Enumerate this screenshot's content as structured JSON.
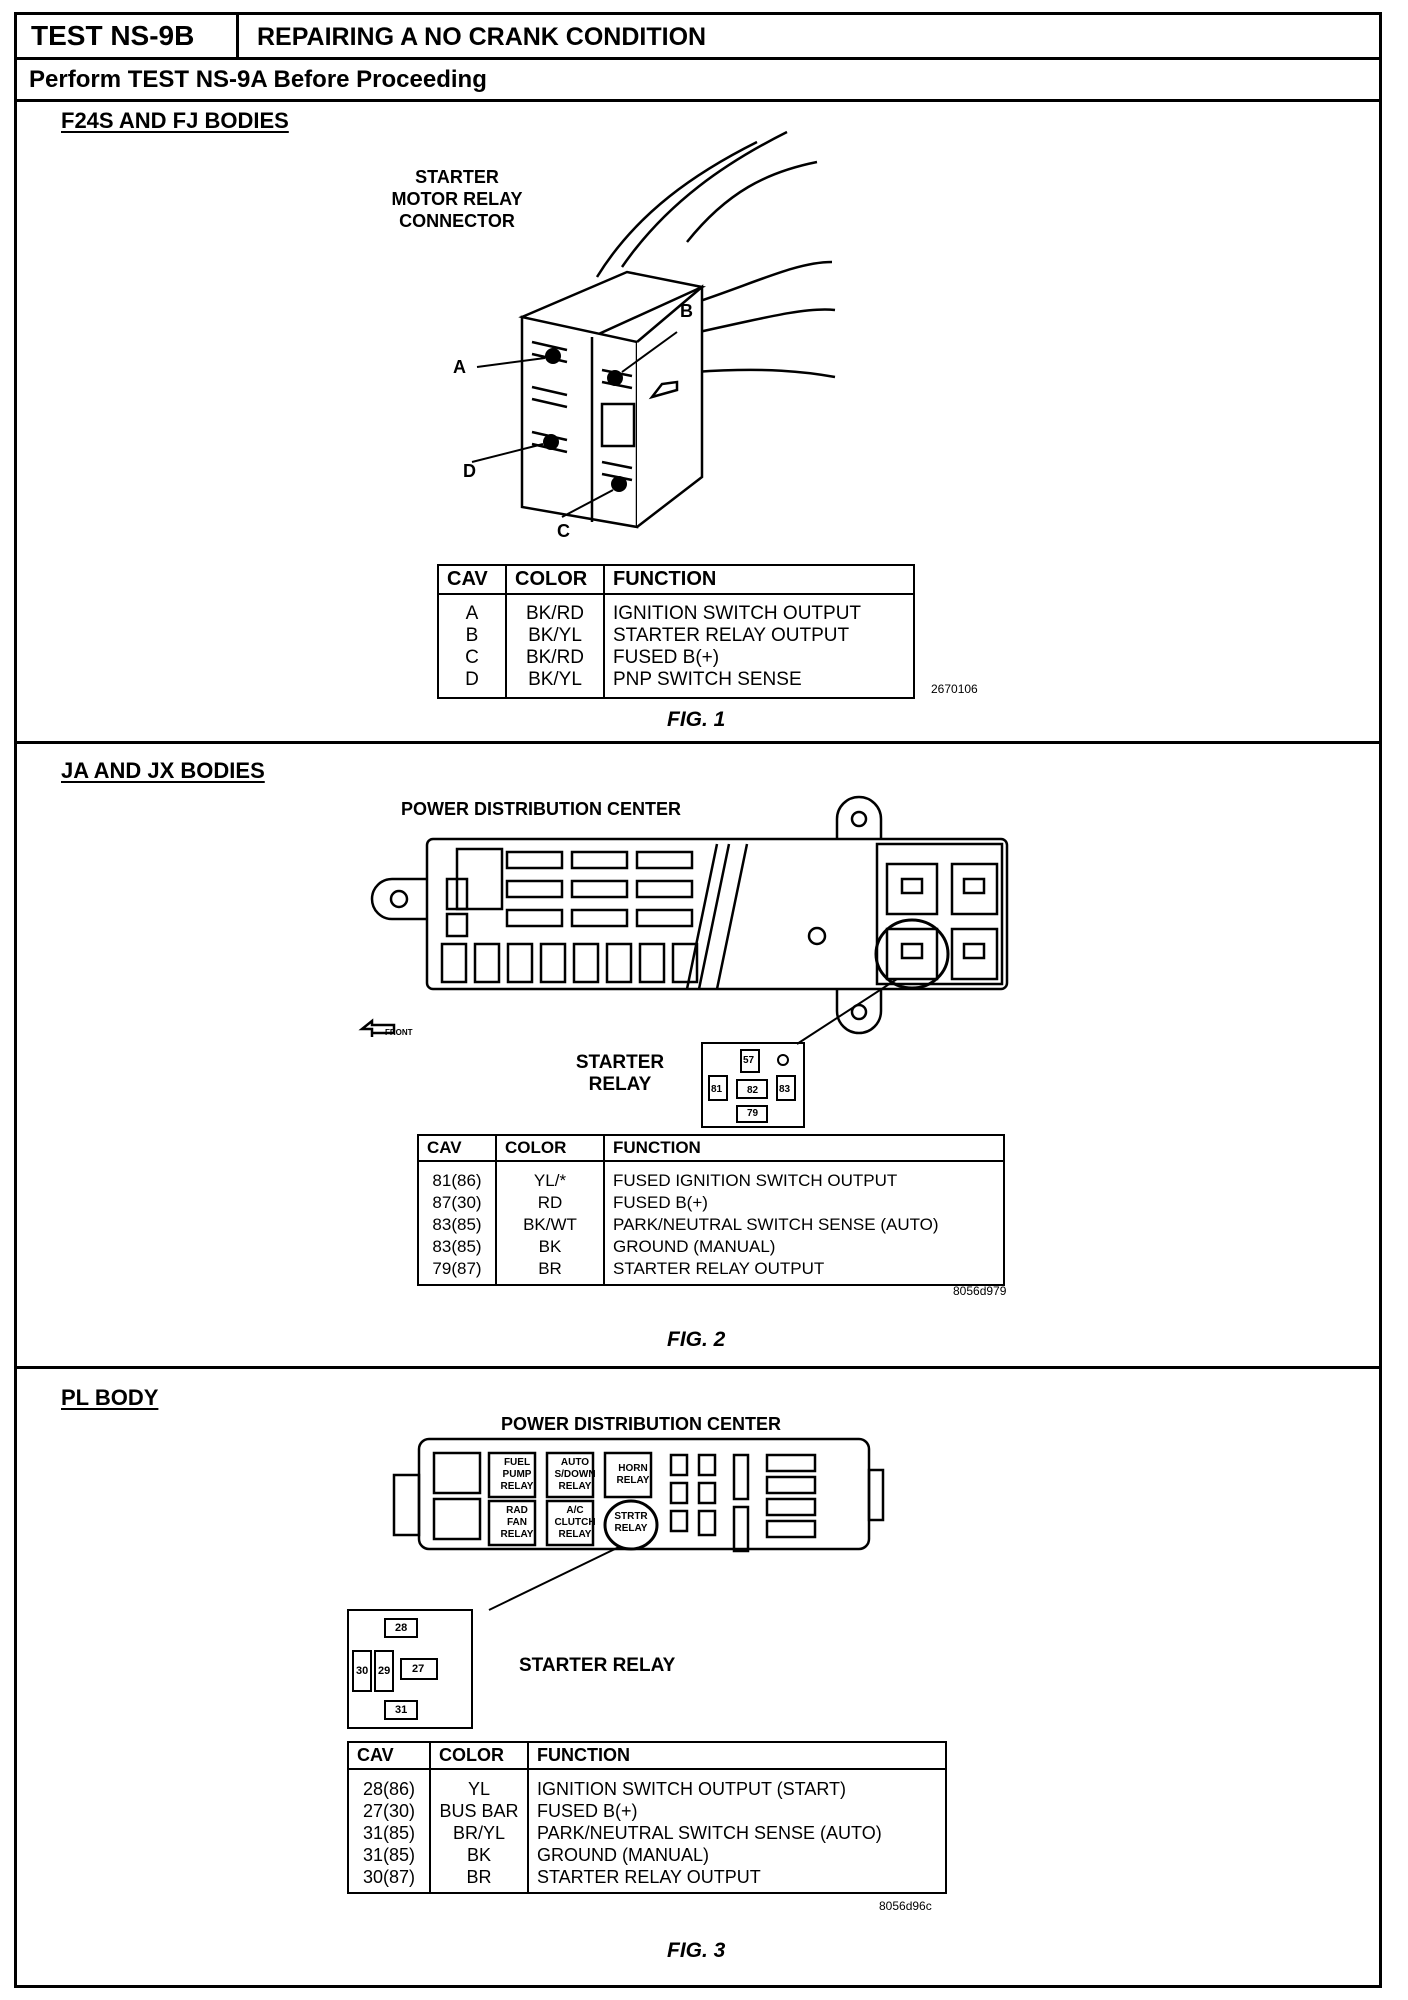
{
  "header": {
    "test_id": "TEST NS-9B",
    "title": "REPAIRING A NO CRANK CONDITION",
    "subtitle": "Perform TEST NS-9A Before Proceeding"
  },
  "section1": {
    "heading": "F24S AND FJ BODIES",
    "diagram_label_lines": [
      "STARTER",
      "MOTOR RELAY",
      "CONNECTOR"
    ],
    "pin_labels": {
      "a": "A",
      "b": "B",
      "c": "C",
      "d": "D"
    },
    "table": {
      "headers": {
        "cav": "CAV",
        "color": "COLOR",
        "function": "FUNCTION"
      },
      "rows": [
        {
          "cav": "A",
          "color": "BK/RD",
          "function": "IGNITION SWITCH OUTPUT"
        },
        {
          "cav": "B",
          "color": "BK/YL",
          "function": "STARTER RELAY OUTPUT"
        },
        {
          "cav": "C",
          "color": "BK/RD",
          "function": "FUSED B(+)"
        },
        {
          "cav": "D",
          "color": "BK/YL",
          "function": "PNP SWITCH SENSE"
        }
      ]
    },
    "code": "2670106",
    "fig": "FIG. 1"
  },
  "section2": {
    "heading": "JA AND JX BODIES",
    "diagram_title": "POWER DISTRIBUTION CENTER",
    "relay_label_lines": [
      "STARTER",
      "RELAY"
    ],
    "front_label": "FRONT",
    "relay_pins": {
      "p57": "57",
      "p81": "81",
      "p82": "82",
      "p83": "83",
      "p79": "79"
    },
    "table": {
      "headers": {
        "cav": "CAV",
        "color": "COLOR",
        "function": "FUNCTION"
      },
      "rows": [
        {
          "cav": "81(86)",
          "color": "YL/*",
          "function": "FUSED IGNITION SWITCH OUTPUT"
        },
        {
          "cav": "87(30)",
          "color": "RD",
          "function": "FUSED B(+)"
        },
        {
          "cav": "83(85)",
          "color": "BK/WT",
          "function": "PARK/NEUTRAL SWITCH SENSE (AUTO)"
        },
        {
          "cav": "83(85)",
          "color": "BK",
          "function": "GROUND (MANUAL)"
        },
        {
          "cav": "79(87)",
          "color": "BR",
          "function": "STARTER RELAY OUTPUT"
        }
      ]
    },
    "code": "8056d979",
    "fig": "FIG. 2"
  },
  "section3": {
    "heading": "PL BODY",
    "diagram_title": "POWER DISTRIBUTION CENTER",
    "relays": {
      "fuel_pump": [
        "FUEL",
        "PUMP",
        "RELAY"
      ],
      "auto_shutdown": [
        "AUTO",
        "S/DOWN",
        "RELAY"
      ],
      "horn": [
        "HORN",
        "RELAY"
      ],
      "rad_fan": [
        "RAD",
        "FAN",
        "RELAY"
      ],
      "ac_clutch": [
        "A/C",
        "CLUTCH",
        "RELAY"
      ],
      "starter": [
        "STRTR",
        "RELAY"
      ]
    },
    "relay_label": "STARTER RELAY",
    "relay_pins": {
      "p28": "28",
      "p30": "30",
      "p29": "29",
      "p27": "27",
      "p31": "31"
    },
    "table": {
      "headers": {
        "cav": "CAV",
        "color": "COLOR",
        "function": "FUNCTION"
      },
      "rows": [
        {
          "cav": "28(86)",
          "color": "YL",
          "function": "IGNITION SWITCH OUTPUT (START)"
        },
        {
          "cav": "27(30)",
          "color": "BUS BAR",
          "function": "FUSED B(+)"
        },
        {
          "cav": "31(85)",
          "color": "BR/YL",
          "function": "PARK/NEUTRAL SWITCH SENSE (AUTO)"
        },
        {
          "cav": "31(85)",
          "color": "BK",
          "function": "GROUND (MANUAL)"
        },
        {
          "cav": "30(87)",
          "color": "BR",
          "function": "STARTER RELAY OUTPUT"
        }
      ]
    },
    "code": "8056d96c",
    "fig": "FIG. 3"
  }
}
